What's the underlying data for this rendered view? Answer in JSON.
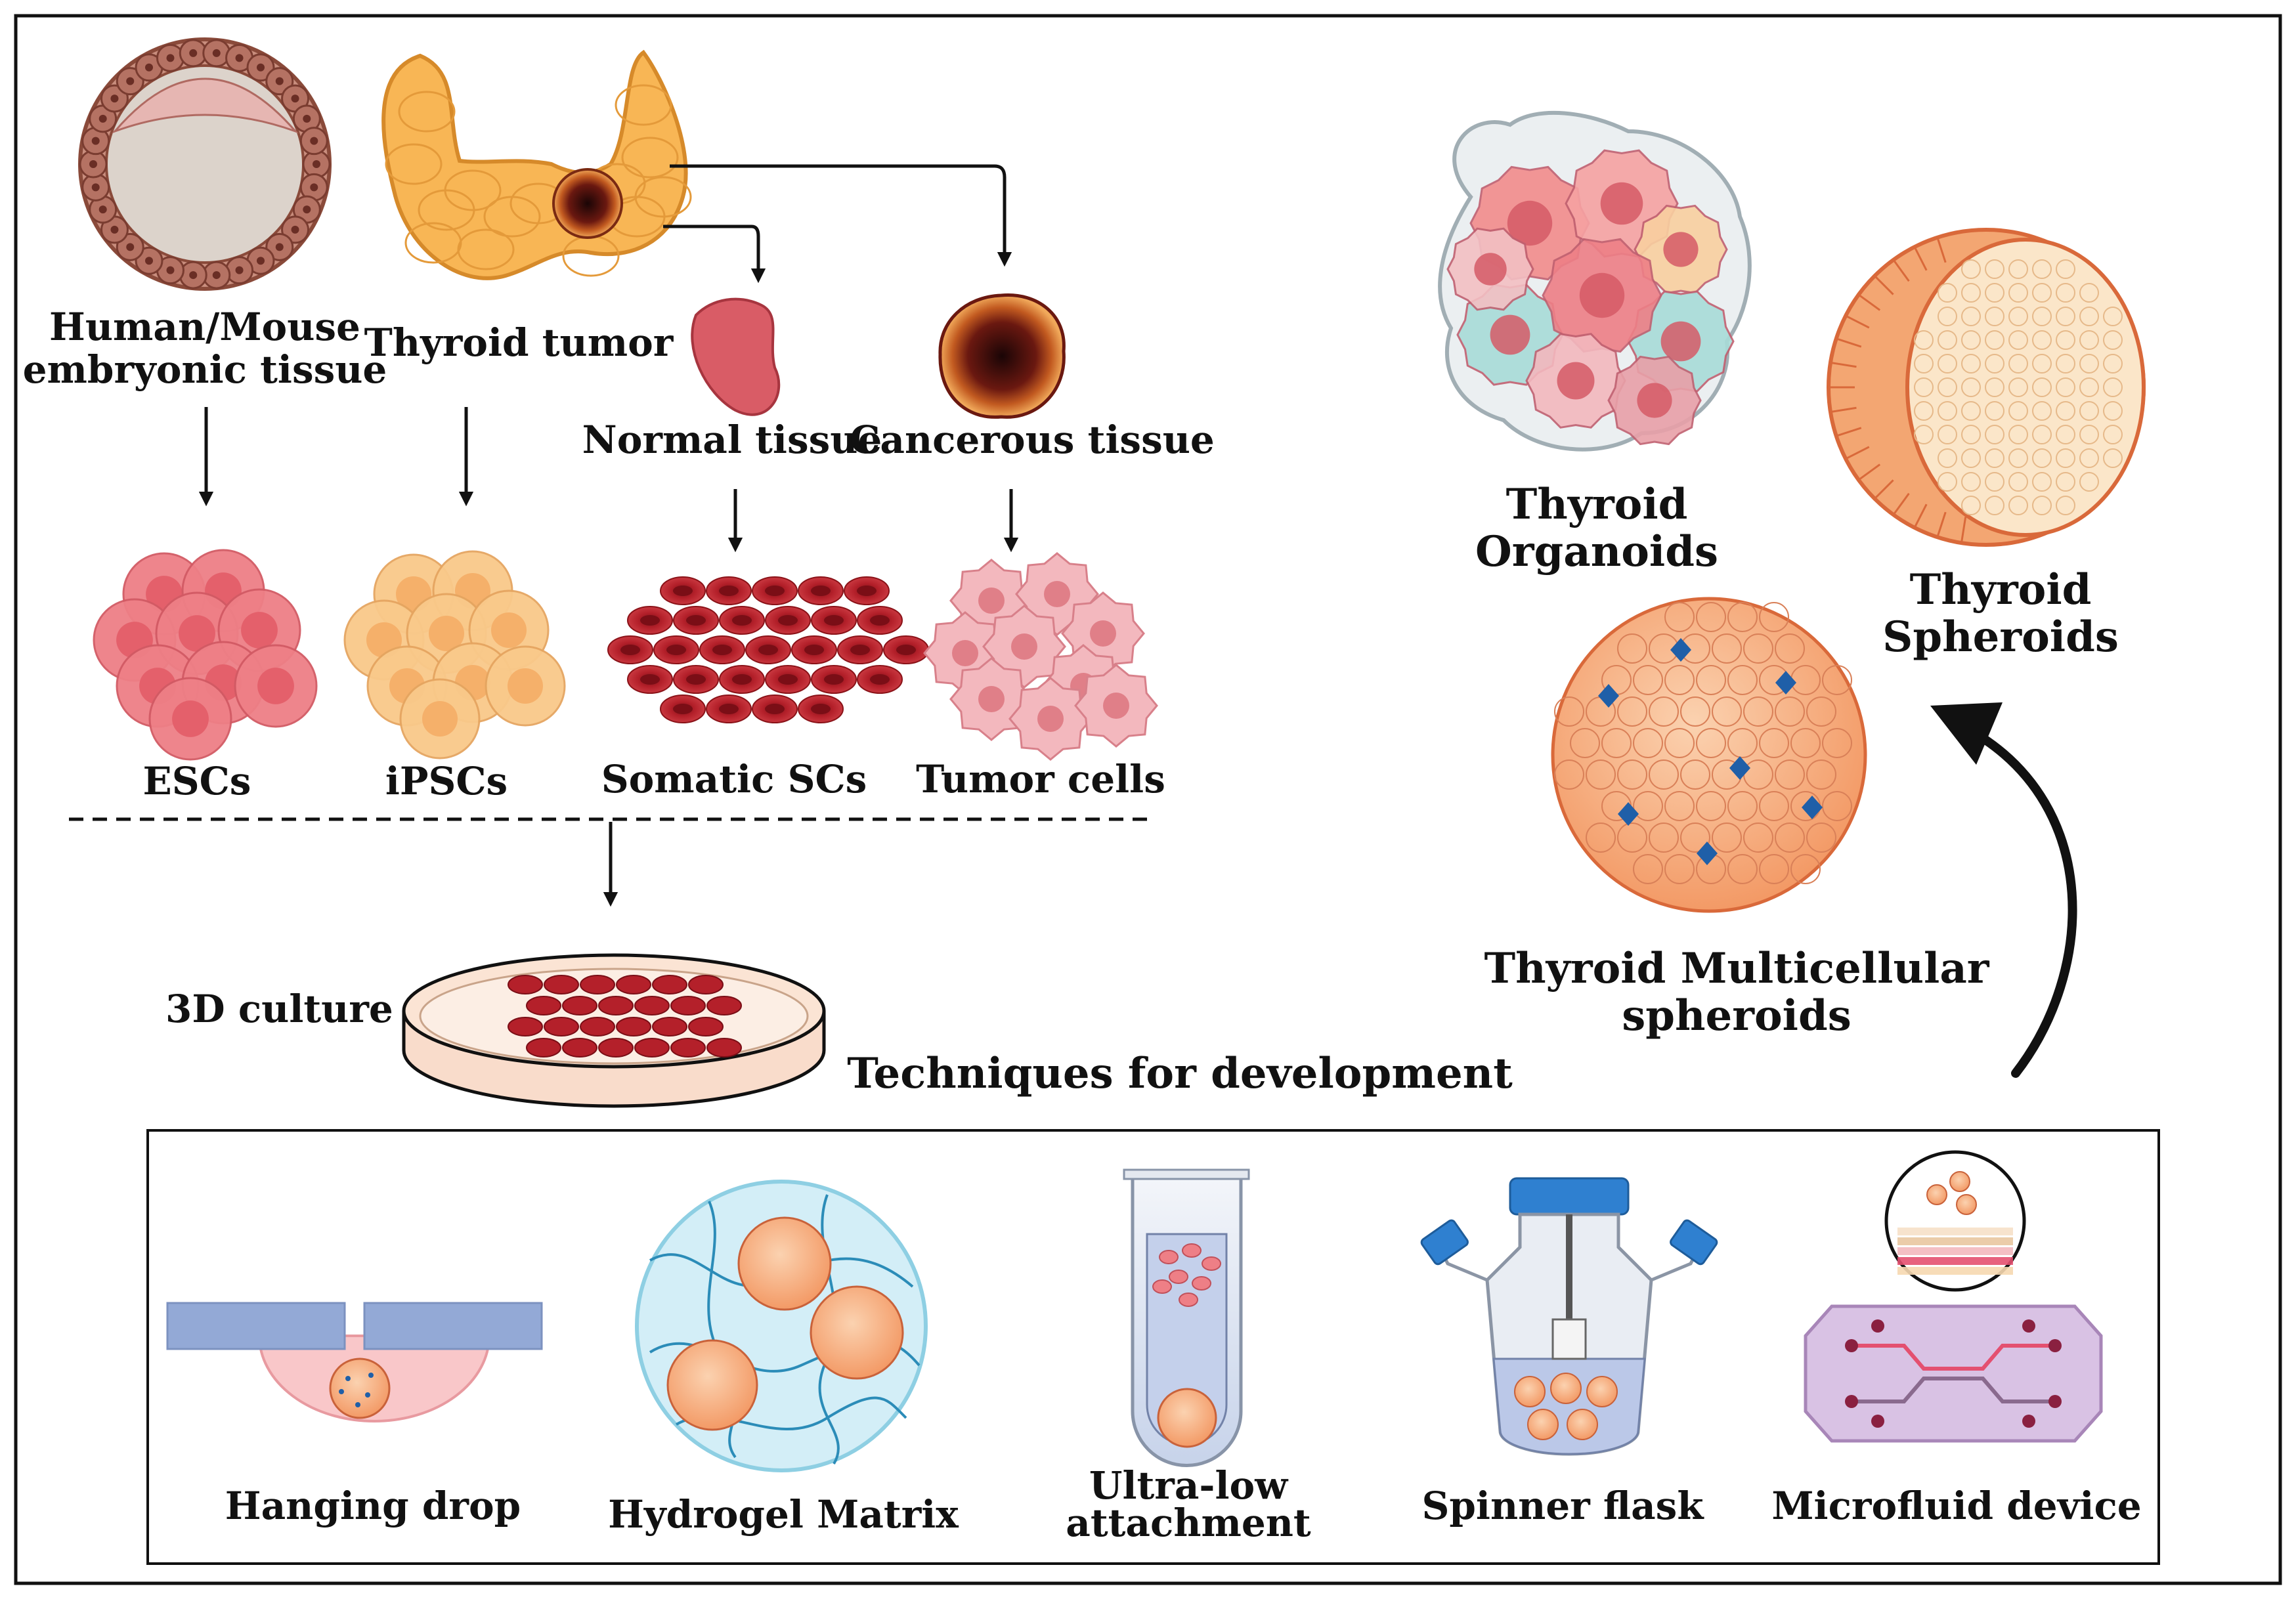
{
  "sources": {
    "embryonic_line1": "Human/Mouse",
    "embryonic_line2": "embryonic tissue",
    "thyroid_tumor": "Thyroid tumor",
    "normal_tissue": "Normal tissue",
    "cancerous_tissue": "Cancerous tissue"
  },
  "cells": {
    "escs": "ESCs",
    "ipscs": "iPSCs",
    "somatic_scs": "Somatic SCs",
    "tumor_cells": "Tumor cells"
  },
  "culture": {
    "label": "3D culture"
  },
  "models": {
    "organoids_line1": "Thyroid",
    "organoids_line2": "Organoids",
    "spheroids_line1": "Thyroid",
    "spheroids_line2": "Spheroids",
    "mcs_line1": "Thyroid Multicellular",
    "mcs_line2": "spheroids"
  },
  "techniques": {
    "title": "Techniques for development",
    "items": [
      {
        "line1": "Hanging drop"
      },
      {
        "line1": "Hydrogel Matrix"
      },
      {
        "line1": "Ultra-low",
        "line2": "attachment"
      },
      {
        "line1": "Spinner flask"
      },
      {
        "line1": "Microfluid device"
      }
    ]
  },
  "colors": {
    "thyroid_orange": "#F8B655",
    "cell_pink": "#EE7F86",
    "blood_red": "#B4202A",
    "ipsc_peach": "#F9C98A",
    "spheroid_orange": "#F5A070",
    "organoid_teal": "#A8DCD8",
    "plate_blue": "#93A9D6",
    "chip_purple": "#D9C2E4"
  }
}
